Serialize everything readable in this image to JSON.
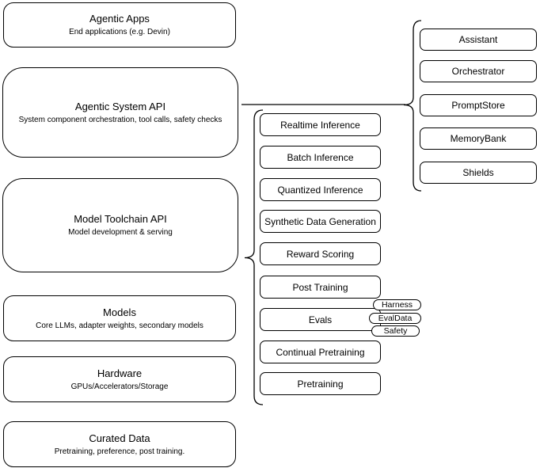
{
  "left_column": [
    {
      "title": "Agentic Apps",
      "subtitle": "End applications (e.g. Devin)"
    },
    {
      "title": "Agentic System API",
      "subtitle": "System component orchestration, tool calls, safety checks"
    },
    {
      "title": "Model Toolchain API",
      "subtitle": "Model development & serving"
    },
    {
      "title": "Models",
      "subtitle": "Core LLMs, adapter weights, secondary models"
    },
    {
      "title": "Hardware",
      "subtitle": "GPUs/Accelerators/Storage"
    },
    {
      "title": "Curated Data",
      "subtitle": "Pretraining, preference, post training."
    }
  ],
  "toolchain_services": [
    "Realtime Inference",
    "Batch Inference",
    "Quantized Inference",
    "Synthetic Data Generation",
    "Reward Scoring",
    "Post Training",
    "Evals",
    "Continual Pretraining",
    "Pretraining"
  ],
  "eval_tags": [
    "Harness",
    "EvalData",
    "Safety"
  ],
  "system_components": [
    "Assistant",
    "Orchestrator",
    "PromptStore",
    "MemoryBank",
    "Shields"
  ],
  "colors": {
    "border": "#000000",
    "fill": "#ffffff",
    "text": "#000000"
  }
}
